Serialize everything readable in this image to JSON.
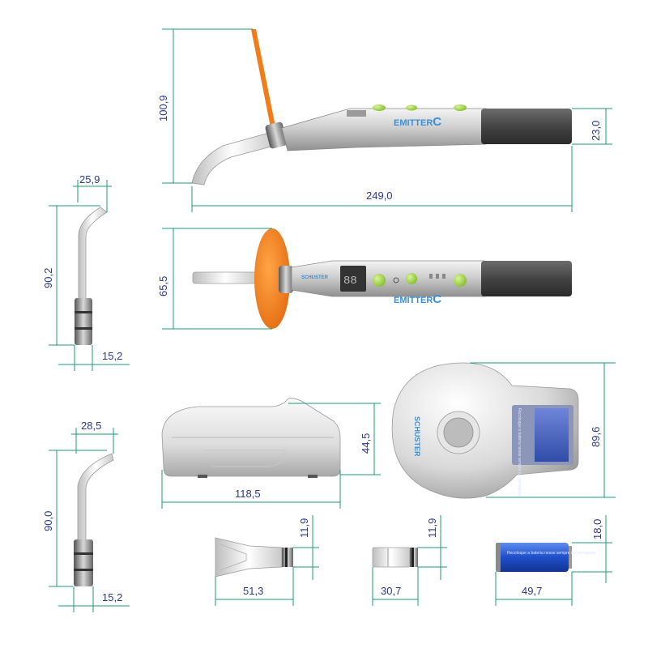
{
  "brand": {
    "emitter_prefix": "EMITTER",
    "emitter_suffix": "C",
    "schuster": "SCHUSTER"
  },
  "dimensions": {
    "side_height": "100,9",
    "side_length": "249,0",
    "side_grip": "23,0",
    "front_height": "65,5",
    "tip1_width": "25,9",
    "tip1_height": "90,2",
    "tip1_base": "15,2",
    "tip2_width": "28,5",
    "tip2_height": "90,0",
    "tip2_base": "15,2",
    "base_width": "118,5",
    "base_height": "44,5",
    "dock_height": "89,6",
    "funnel_width": "51,3",
    "funnel_height": "11,9",
    "cap_width": "30,7",
    "cap_height": "11,9",
    "battery_width": "49,7",
    "battery_height": "18,0"
  },
  "labels": {
    "dock_label": "Recoloque a bateria nesse sempre no carregador",
    "battery_label": "Recoloque a bateria nesse sempre no carregador"
  },
  "colors": {
    "dimension_line": "#1e9a7a",
    "dimension_text": "#2a3a8c",
    "shield_orange": "#f07d1a",
    "button_green": "#a6d84a",
    "grip_dark": "#4a4a4a",
    "battery_blue": "#1f4fc9"
  }
}
